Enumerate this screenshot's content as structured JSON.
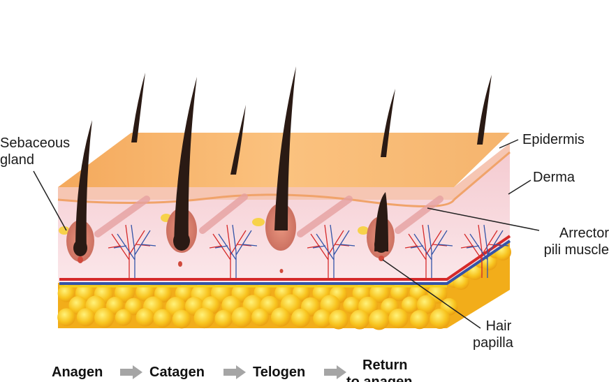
{
  "labels": {
    "sebaceous_line1": "Sebaceous",
    "sebaceous_line2": "gland",
    "epidermis": "Epidermis",
    "derma": "Derma",
    "arrector_line1": "Arrector",
    "arrector_line2": "pili muscle",
    "hair_papilla_line1": "Hair",
    "hair_papilla_line2": "papilla"
  },
  "stages": {
    "anagen": "Anagen",
    "catagen": "Catagen",
    "telogen": "Telogen",
    "return_line1": "Return",
    "return_line2": "to anagen"
  },
  "colors": {
    "epidermis_top": "#f7b56b",
    "epidermis_side": "#f3c79a",
    "derma": "#f7dbe0",
    "fat": "#f6b81c",
    "hair": "#2a1a14",
    "vessel_red": "#d52a2a",
    "vessel_blue": "#3454a8",
    "arrow_gray": "#a5a5a5"
  }
}
